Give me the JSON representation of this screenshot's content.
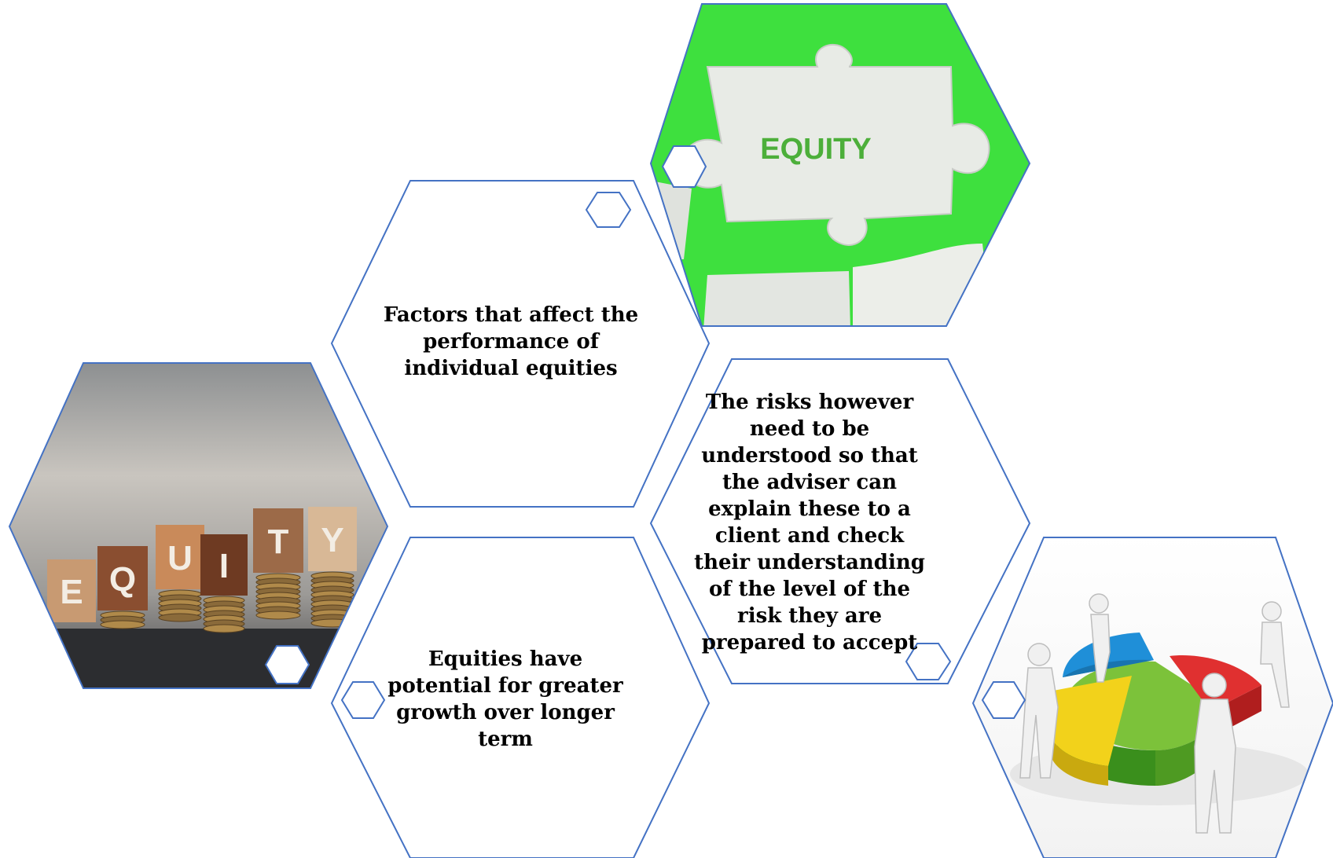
{
  "hexagons": [
    {
      "id": "hex-factors",
      "text": "Factors that affect the performance of individual equities"
    },
    {
      "id": "hex-risks",
      "text": "The risks however need to be understood so that the adviser can explain these to a client and check their understanding of the level of the risk they are prepared to accept"
    },
    {
      "id": "hex-growth",
      "text": "Equities have potential for greater growth over longer term"
    }
  ],
  "images": {
    "puzzle_word": "EQUITY",
    "blocks_letters": [
      "E",
      "Q",
      "U",
      "I",
      "T",
      "Y"
    ]
  },
  "colors": {
    "outline": "#4472C4",
    "puzzle_bg": "#3ee03e",
    "puzzle_piece": "#e8ebe6",
    "puzzle_text": "#4caf3a",
    "pie_blue": "#1f8fd8",
    "pie_red": "#e03030",
    "pie_green": "#7cc23a",
    "pie_yellow": "#f2d21b"
  }
}
